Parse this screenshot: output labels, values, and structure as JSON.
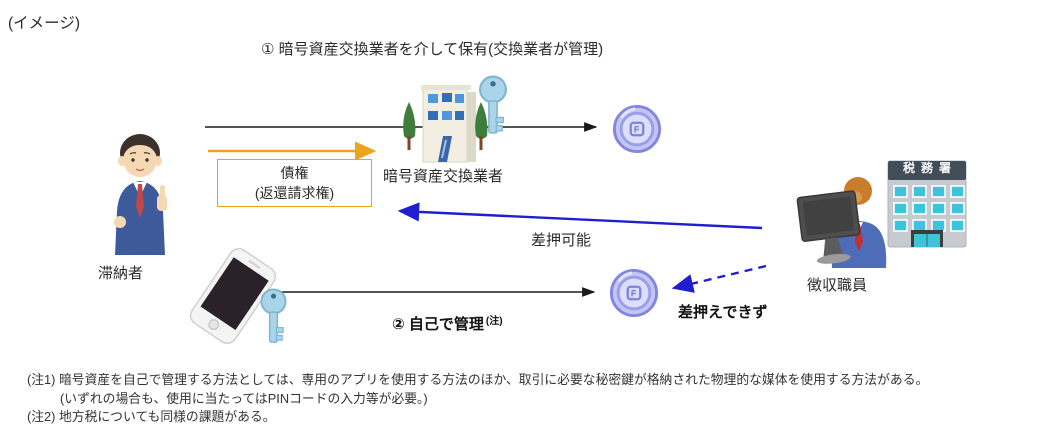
{
  "header": {
    "image_tag": "(イメージ)"
  },
  "flow1": {
    "title": "① 暗号資産交換業者を介して保有(交換業者が管理)",
    "exchange_label": "暗号資産交換業者",
    "claim_line1": "債権",
    "claim_line2": "(返還請求権)",
    "seizure_label": "差押可能"
  },
  "flow2": {
    "title": "② 自己で管理",
    "title_note": "(注)",
    "no_seizure_label": "差押えできず"
  },
  "actors": {
    "taxpayer": "滞納者",
    "collector": "徴収職員",
    "tax_office_sign": "税務署"
  },
  "notes": {
    "note1": "(注1) 暗号資産を自己で管理する方法としては、専用のアプリを使用する方法のほか、取引に必要な秘密鍵が格納された物理的な媒体を使用する方法がある。",
    "note1_sub": "(いずれの場合も、使用に当たってはPINコードの入力等が必要。)",
    "note2": "(注2) 地方税についても同様の課題がある。"
  },
  "colors": {
    "arrow_blue": "#1f1fd0",
    "accent_orange": "#eea320",
    "arrow_black": "#1a1a1a",
    "coin_purple": "#8286de",
    "key_blue": "#a9d4ea"
  }
}
